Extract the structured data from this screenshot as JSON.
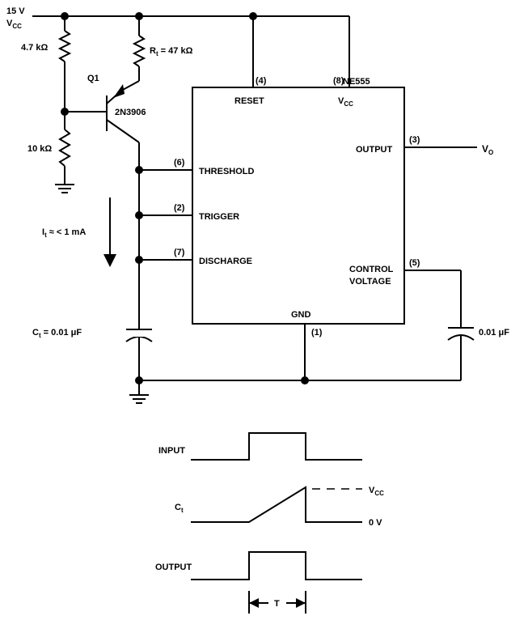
{
  "supply": {
    "voltage": "15 V",
    "vcc": "V",
    "vcc_sub": "CC"
  },
  "resistors": {
    "r_top": "4.7 kΩ",
    "r_bottom": "10 kΩ",
    "rt_main": "R",
    "rt_sub": "t",
    "rt_value": " = 47 kΩ"
  },
  "transistor": {
    "ref": "Q1",
    "part": "2N3906"
  },
  "current": {
    "main": "I",
    "sub": "t",
    "value": " ≈ < 1 mA"
  },
  "capacitors": {
    "ct_main": "C",
    "ct_sub": "t",
    "ct_value": " = 0.01 μF",
    "control_cap": "0.01 μF"
  },
  "ic": {
    "name": "NE555",
    "pins": {
      "reset": {
        "num": "(4)",
        "label": "RESET"
      },
      "vcc": {
        "num": "(8)",
        "label": "V",
        "sub": "CC"
      },
      "threshold": {
        "num": "(6)",
        "label": "THRESHOLD"
      },
      "trigger": {
        "num": "(2)",
        "label": "TRIGGER"
      },
      "discharge": {
        "num": "(7)",
        "label": "DISCHARGE"
      },
      "output": {
        "num": "(3)",
        "label": "OUTPUT"
      },
      "control": {
        "num": "(5)",
        "label1": "CONTROL",
        "label2": "VOLTAGE"
      },
      "gnd": {
        "num": "(1)",
        "label": "GND"
      }
    }
  },
  "output_node": {
    "main": "V",
    "sub": "O"
  },
  "waveforms": {
    "input_label": "INPUT",
    "ct_main": "C",
    "ct_sub": "t",
    "vcc_main": "V",
    "vcc_sub": "CC",
    "zero": "0 V",
    "output_label": "OUTPUT",
    "period": "T"
  }
}
